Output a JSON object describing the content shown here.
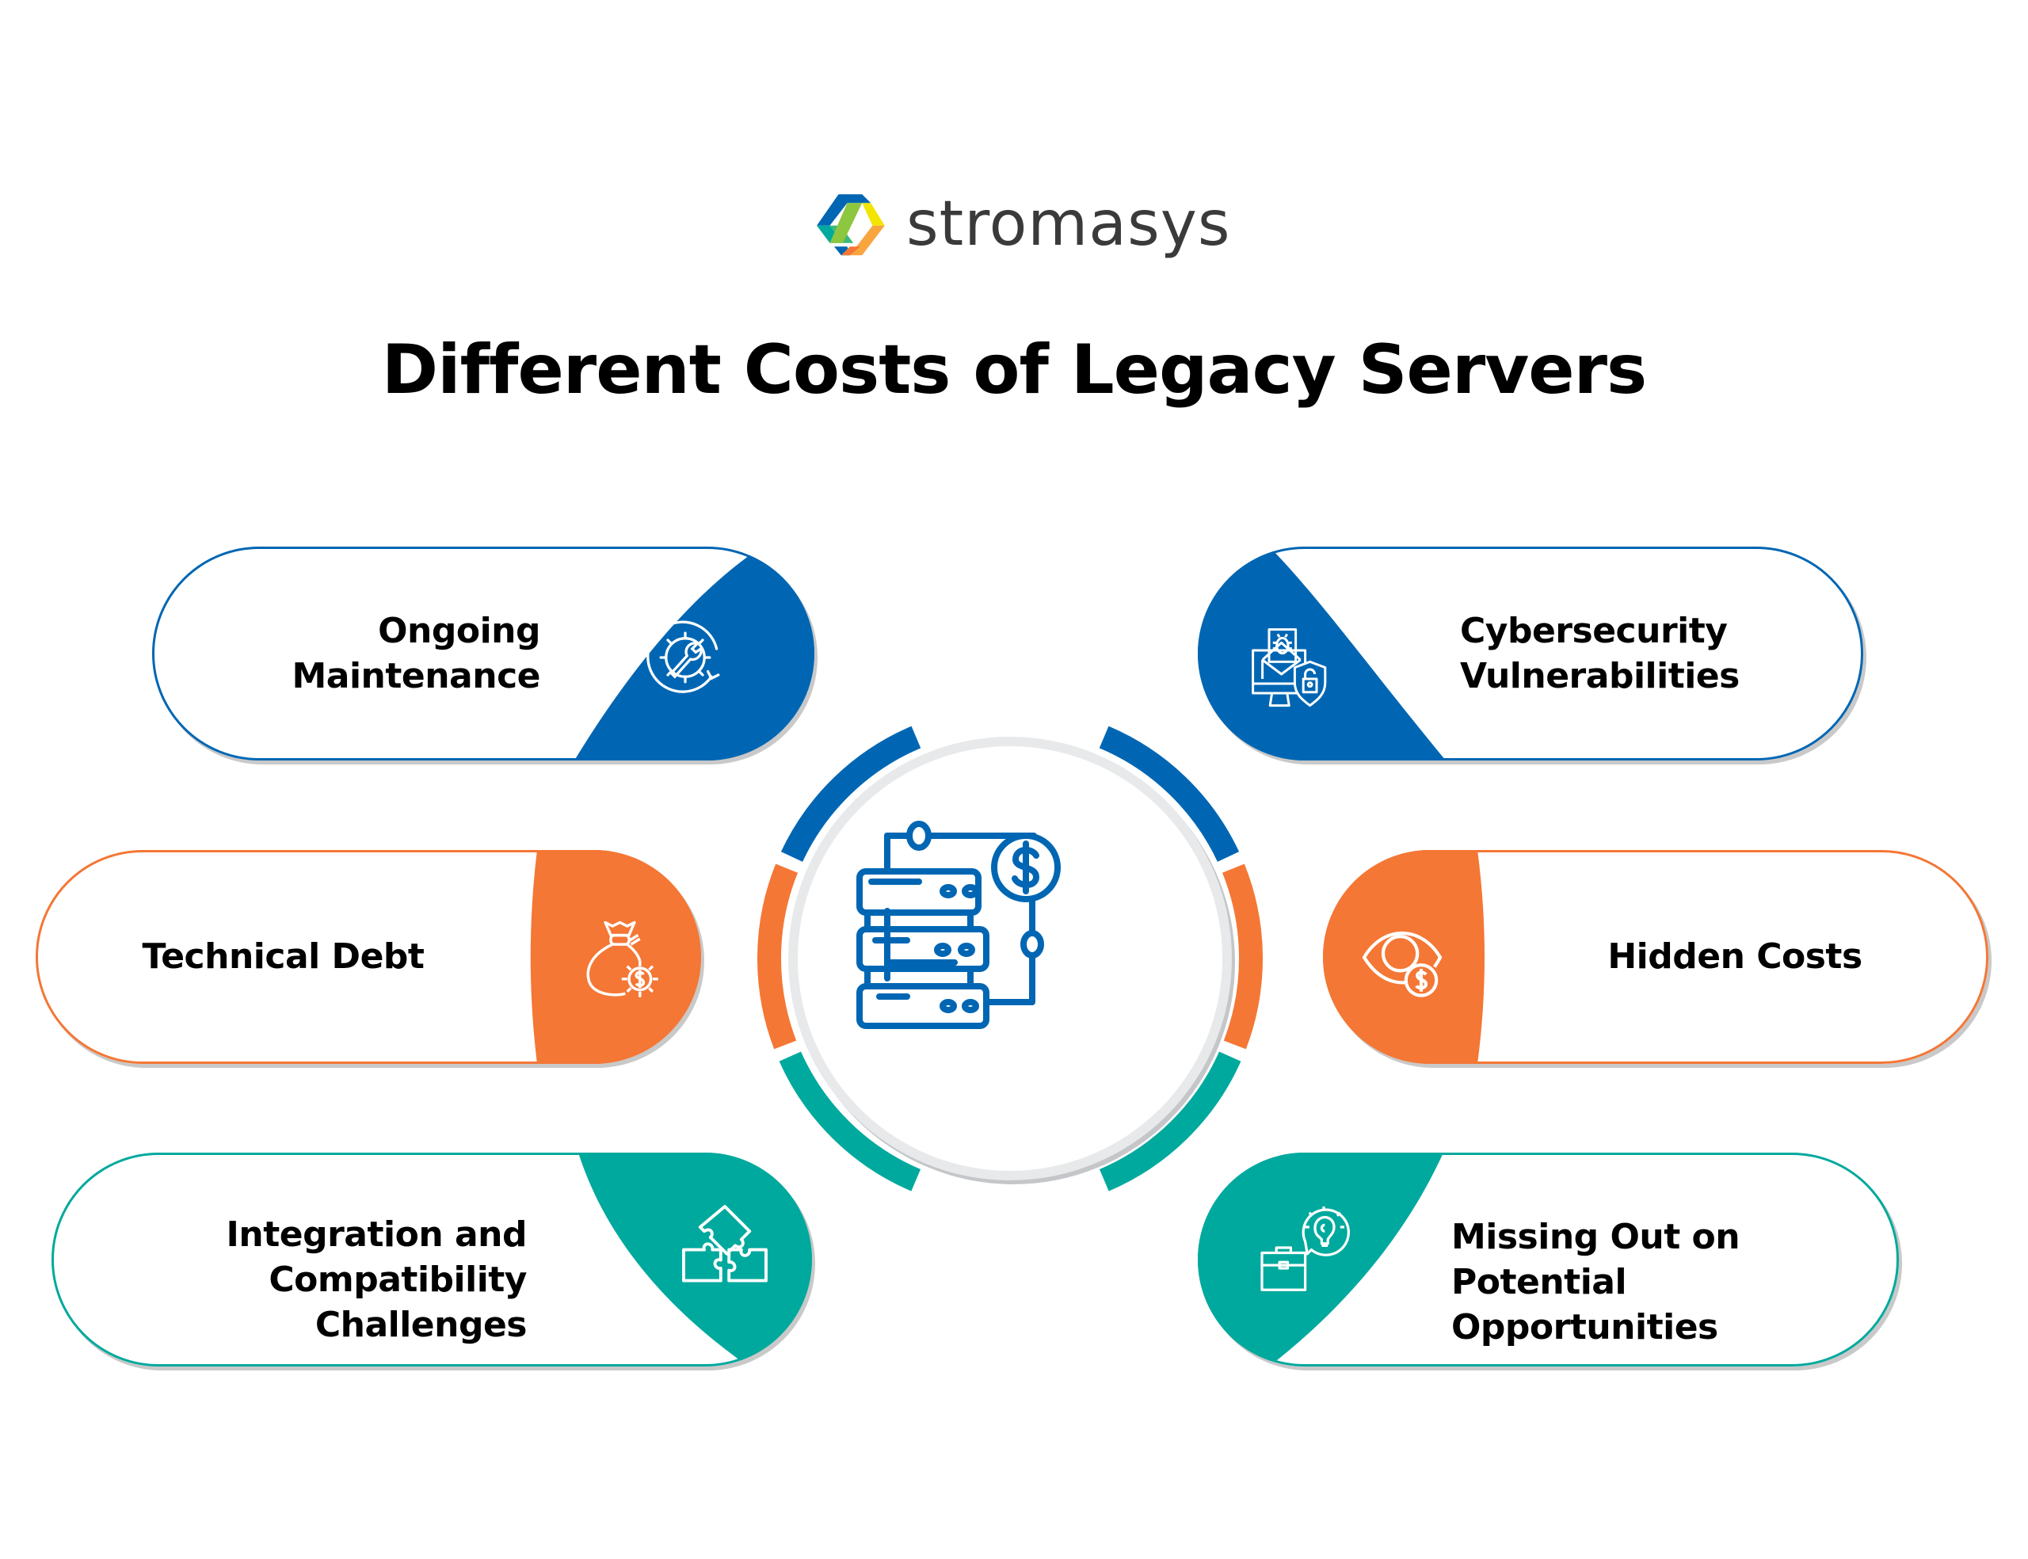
{
  "brand": {
    "name": "stromasys",
    "colors": {
      "blue": "#0066B3",
      "orange": "#F47735",
      "teal": "#00A99D",
      "green": "#8DC63F",
      "yellow": "#F2E500",
      "text": "#3a3a3a"
    }
  },
  "title": "Different Costs of Legacy Servers",
  "center": {
    "icon": "server-stack-dollar-icon"
  },
  "cards": [
    {
      "id": "ongoing-maintenance",
      "line1": "Ongoing",
      "line2": "Maintenance",
      "color": "#0066B3",
      "icon": "gear-wrench-cycle-icon",
      "side": "left",
      "row": 1
    },
    {
      "id": "cybersecurity-vulnerabilities",
      "line1": "Cybersecurity",
      "line2": "Vulnerabilities",
      "color": "#0066B3",
      "icon": "monitor-bug-shield-lock-icon",
      "side": "right",
      "row": 1
    },
    {
      "id": "technical-debt",
      "line1": "Technical Debt",
      "line2": "",
      "color": "#F47735",
      "icon": "money-bag-gear-icon",
      "side": "left",
      "row": 2
    },
    {
      "id": "hidden-costs",
      "line1": "Hidden Costs",
      "line2": "",
      "color": "#F47735",
      "icon": "eye-dollar-icon",
      "side": "right",
      "row": 2
    },
    {
      "id": "integration-compatibility",
      "line1": "Integration and",
      "line2": "Compatibility Challenges",
      "color": "#00A99D",
      "icon": "puzzle-pieces-icon",
      "side": "left",
      "row": 3
    },
    {
      "id": "missing-opportunities",
      "line1": "Missing Out on",
      "line2": "Potential Opportunities",
      "color": "#00A99D",
      "icon": "briefcase-lightbulb-icon",
      "side": "right",
      "row": 3
    }
  ]
}
